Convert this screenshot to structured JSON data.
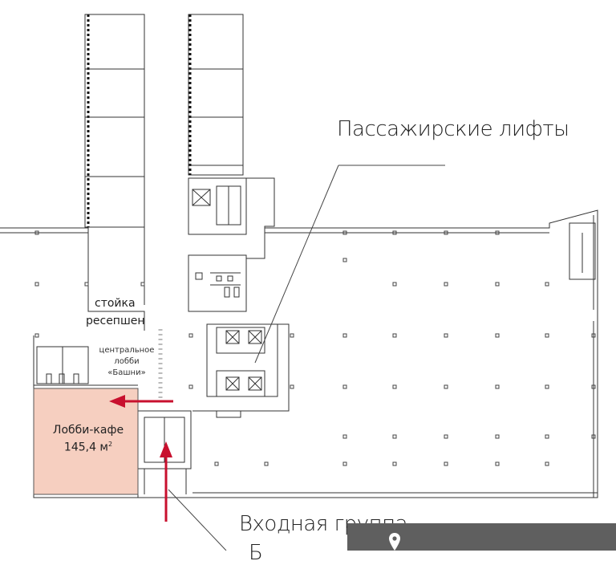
{
  "callouts": {
    "passenger_lifts": "Пассажирские лифты",
    "entrance_group": "Входная группа",
    "cut_text": "Б"
  },
  "rooms": {
    "reception_stand": "стойка",
    "reception": "ресепшен",
    "central_lobby_line1": "центральное",
    "central_lobby_line2": "лобби",
    "central_lobby_line3": "«Башни»",
    "lobby_cafe_name": "Лобби-кафе",
    "lobby_cafe_area": "145,4 м",
    "lobby_cafe_area_sup": "2"
  },
  "colors": {
    "arrow": "#c8102e",
    "cafe_fill": "#f6cfc0",
    "bottom_bar": "#5f5f5f"
  },
  "icons": {
    "location": "map-pin-icon"
  }
}
